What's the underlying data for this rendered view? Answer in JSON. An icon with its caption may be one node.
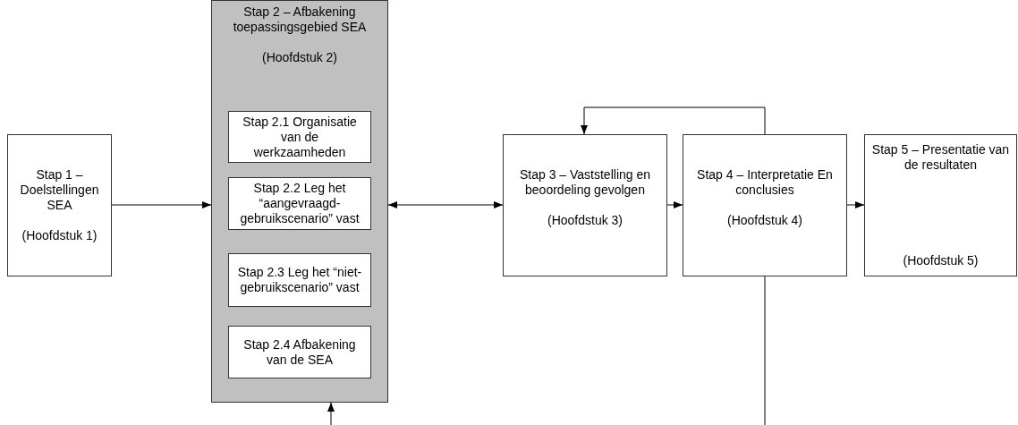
{
  "diagram": {
    "nodes": [
      {
        "text": [
          "Stap 1 – Doelstellingen SEA",
          "(Hoofdstuk 1)"
        ]
      },
      {
        "text": [
          "Stap 2 – Afbakening toepassingsgebied SEA",
          "(Hoofdstuk 2)"
        ]
      },
      {
        "text": [
          "Stap 2.1 Organisatie van de werkzaamheden"
        ],
        "in": 1
      },
      {
        "text": [
          "Stap 2.2 Leg het “aangevraagd-gebruikscenario” vast"
        ],
        "in": 1
      },
      {
        "text": [
          "Stap 2.3 Leg het “niet-gebruikscenario” vast"
        ],
        "in": 1
      },
      {
        "text": [
          "Stap 2.4 Afbakening van de SEA"
        ],
        "in": 1
      },
      {
        "text": [
          "Stap 3 – Vaststelling en beoordeling gevolgen",
          "(Hoofdstuk 3)"
        ]
      },
      {
        "text": [
          "Stap 4 – Interpretatie En conclusies",
          "(Hoofdstuk 4)"
        ]
      },
      {
        "text": [
          "Stap 5 – Presentatie van de resultaten",
          "(Hoofdstuk 5)"
        ]
      }
    ],
    "edges": [
      {
        "from": 0,
        "to": 1,
        "arrow": "to"
      },
      {
        "from": 1,
        "to": 6,
        "arrow": "both"
      },
      {
        "from": 6,
        "to": 7,
        "arrow": "to"
      },
      {
        "from": 7,
        "to": 8,
        "arrow": "to"
      },
      {
        "from": 7,
        "to": 6,
        "arrow": "to"
      },
      {
        "from": 7,
        "to": null,
        "arrow": "none"
      },
      {
        "from": null,
        "to": 1,
        "arrow": "to"
      }
    ]
  }
}
